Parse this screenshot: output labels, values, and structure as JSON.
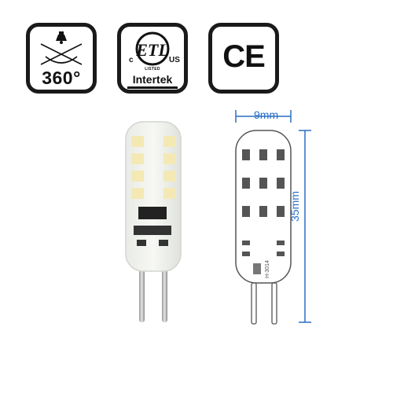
{
  "badges": {
    "rotation": {
      "label": "360°",
      "icon": "lamp-beam-icon"
    },
    "etl": {
      "c_mark": "c",
      "us_mark": "US",
      "listed": "LISTED",
      "brand": "Intertek",
      "icon": "etl-logo-icon"
    },
    "ce": {
      "label": "CE",
      "icon": "ce-mark-icon"
    }
  },
  "dimensions": {
    "width": "9mm",
    "height": "35mm",
    "model": "H-3014"
  },
  "colors": {
    "dimension_line": "#2a6fc4",
    "badge_border": "#1a1a1a"
  }
}
